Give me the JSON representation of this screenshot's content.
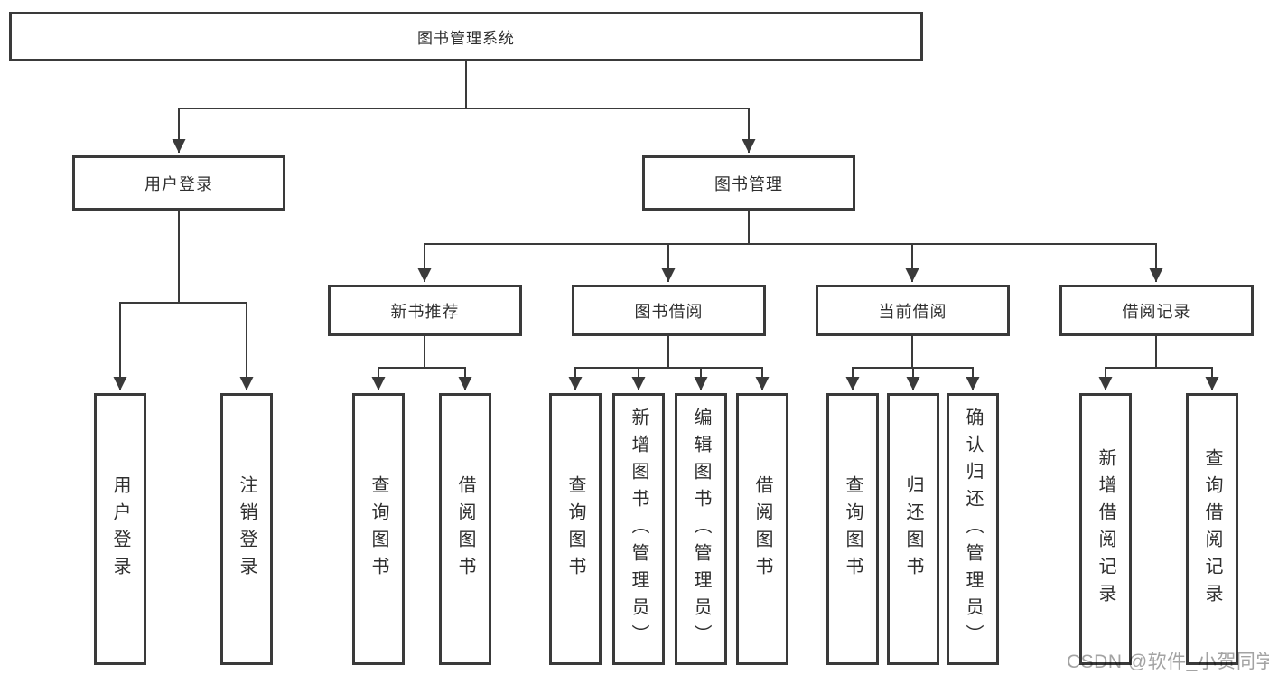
{
  "diagram": {
    "title": "图书管理系统",
    "level2": {
      "user_login": "用户登录",
      "book_mgmt": "图书管理"
    },
    "level3": {
      "new_books": "新书推荐",
      "book_borrow": "图书借阅",
      "current_borrow": "当前借阅",
      "borrow_records": "借阅记录"
    },
    "leaves": {
      "user_login": [
        "用户登录",
        "注销登录"
      ],
      "new_books": [
        "查询图书",
        "借阅图书"
      ],
      "book_borrow": [
        "查询图书",
        "新增图书（管理员）",
        "编辑图书（管理员）",
        "借阅图书"
      ],
      "current_borrow": [
        "查询图书",
        "归还图书",
        "确认归还（管理员）"
      ],
      "borrow_records": [
        "新增借阅记录",
        "查询借阅记录"
      ]
    },
    "colors": {
      "line": "#3a3a3a",
      "text": "#2f2f2f",
      "watermark": "#9e9e9e",
      "background": "#ffffff"
    },
    "watermark": "CSDN @软件_小贺同学"
  }
}
